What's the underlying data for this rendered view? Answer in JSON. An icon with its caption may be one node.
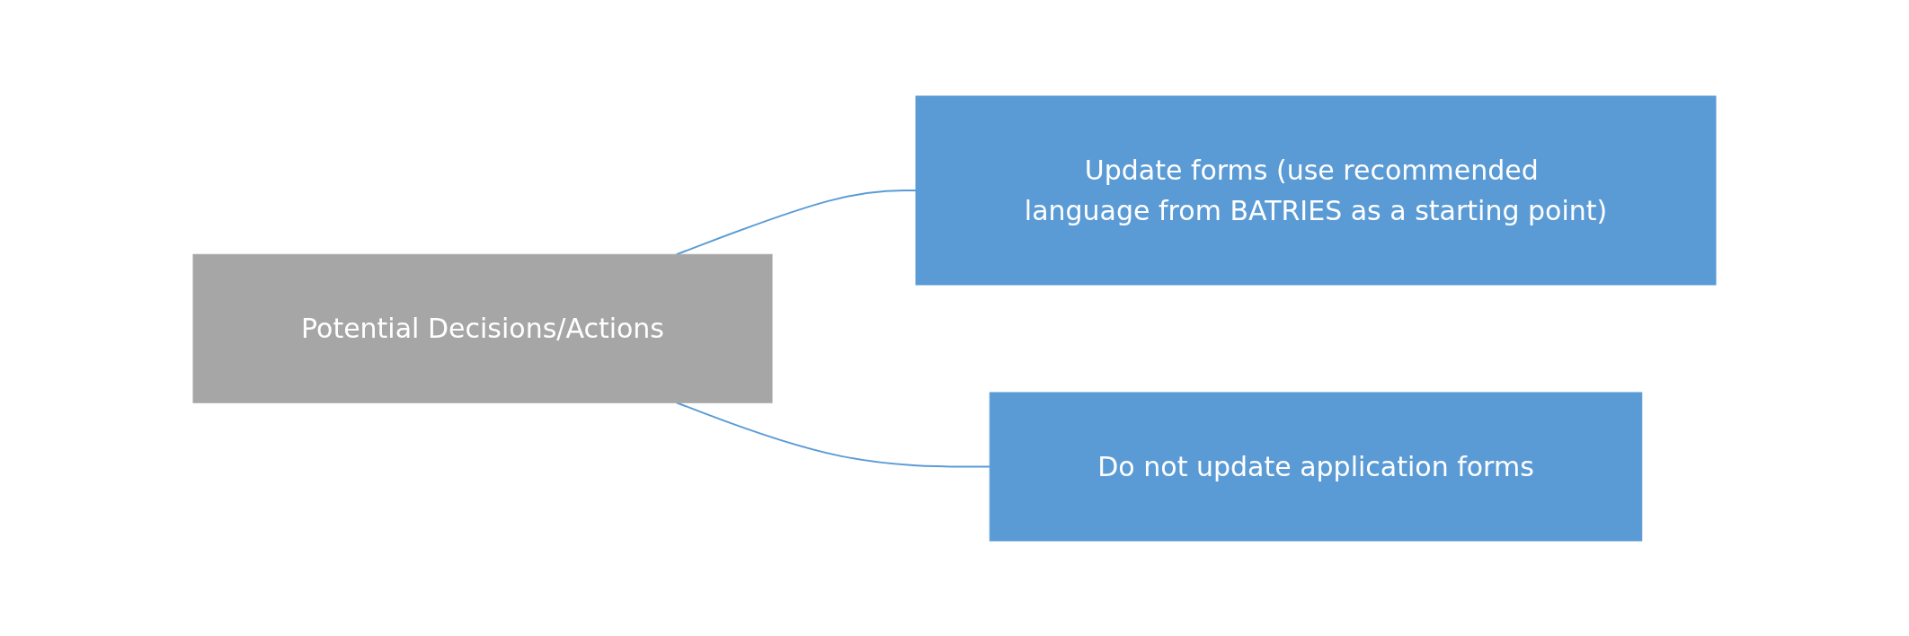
{
  "diagram": {
    "nodes": [
      {
        "text": [
          "Potential Decisions/Actions"
        ]
      },
      {
        "text": [
          "Update forms (use recommended language from BATRIES as a starting point)"
        ]
      },
      {
        "text": [
          "Do not update application forms"
        ]
      }
    ],
    "edges": [
      {
        "from": 0,
        "to": 1,
        "arrow": "none"
      },
      {
        "from": 0,
        "to": 2,
        "arrow": "none"
      }
    ]
  }
}
